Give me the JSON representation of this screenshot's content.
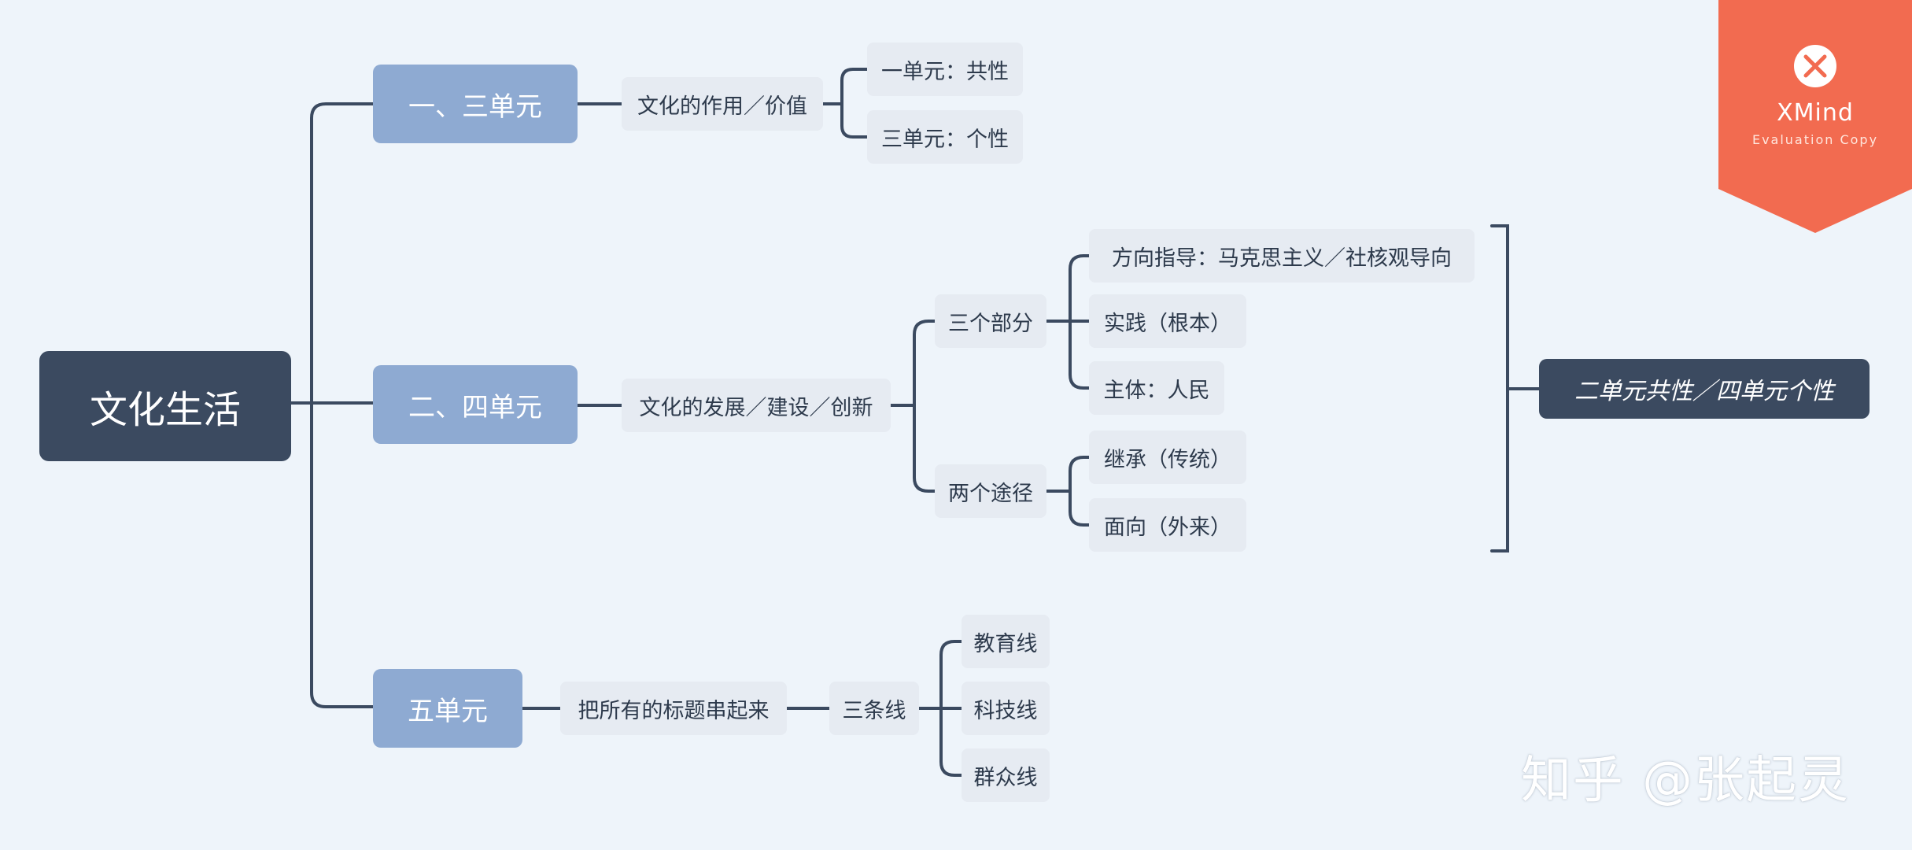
{
  "mindmap": {
    "root": "文化生活",
    "branches": [
      {
        "label": "一、三单元",
        "child": "文化的作用／价值",
        "leaves": [
          "一单元：共性",
          "三单元：个性"
        ]
      },
      {
        "label": "二、四单元",
        "child": "文化的发展／建设／创新",
        "groups": [
          {
            "label": "三个部分",
            "leaves": [
              "方向指导：马克思主义／社核观导向",
              "实践（根本）",
              "主体：人民"
            ]
          },
          {
            "label": "两个途径",
            "leaves": [
              "继承（传统）",
              "面向（外来）"
            ]
          }
        ],
        "summary": "二单元共性／四单元个性"
      },
      {
        "label": "五单元",
        "child": "把所有的标题串起来",
        "grandchild": "三条线",
        "leaves": [
          "教育线",
          "科技线",
          "群众线"
        ]
      }
    ]
  },
  "badge": {
    "brand": "XMind",
    "subtitle": "Evaluation Copy",
    "icon": "xmind-logo-icon"
  },
  "watermark": "知乎 @张起灵",
  "colors": {
    "background": "#eef4fa",
    "root": "#3b4a60",
    "main": "#8eaad2",
    "sub": "#e6ebf2",
    "connector": "#3b4a60",
    "badge": "#f26b50"
  }
}
